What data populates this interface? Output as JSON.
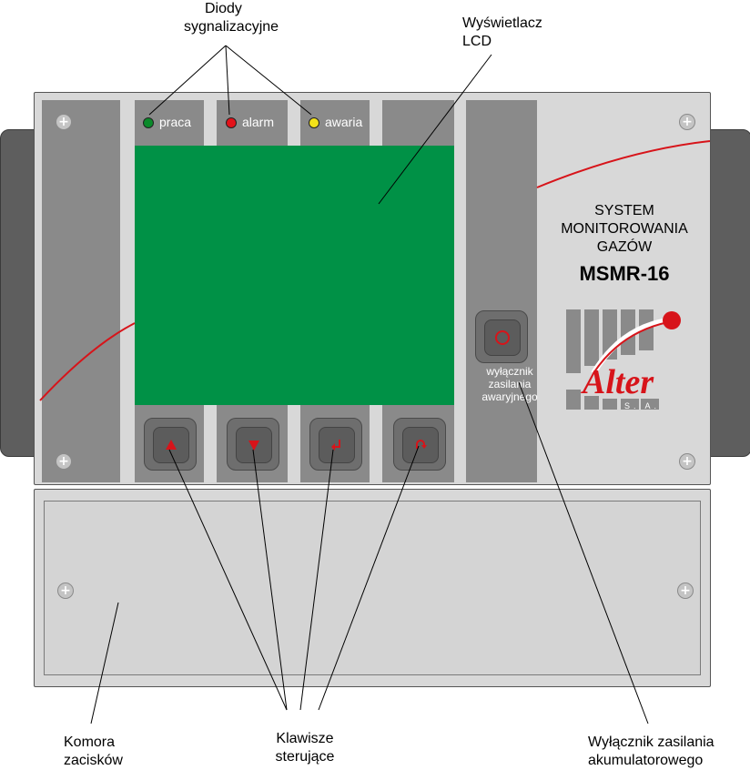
{
  "callouts": {
    "diodes": [
      "Diody",
      "sygnalizacyjne"
    ],
    "display": [
      "Wyświetlacz",
      "LCD"
    ],
    "terminal": [
      "Komora",
      "zacisków"
    ],
    "keys": [
      "Klawisze",
      "sterujące"
    ],
    "battery_switch": [
      "Wyłącznik zasilania",
      "akumulatorowego"
    ]
  },
  "leds": [
    {
      "label": "praca",
      "color": "#0a8a2a"
    },
    {
      "label": "alarm",
      "color": "#e3121a"
    },
    {
      "label": "awaria",
      "color": "#f2e21a"
    }
  ],
  "panel": {
    "title_lines": [
      "SYSTEM",
      "MONITOROWANIA",
      "GAZÓW"
    ],
    "model": "MSMR-16",
    "emergency_switch_label": [
      "wyłącznik",
      "zasilania",
      "awaryjnego"
    ],
    "brand": "Alter",
    "brand_suffix": "S. A."
  },
  "keys": [
    {
      "icon": "arrow-up-icon"
    },
    {
      "icon": "arrow-down-icon"
    },
    {
      "icon": "enter-icon"
    },
    {
      "icon": "return-icon"
    }
  ],
  "colors": {
    "lcd": "#009146",
    "accent_red": "#d7141a",
    "housing": "#d8d8d8",
    "dark_panel": "#8a8a8a"
  }
}
